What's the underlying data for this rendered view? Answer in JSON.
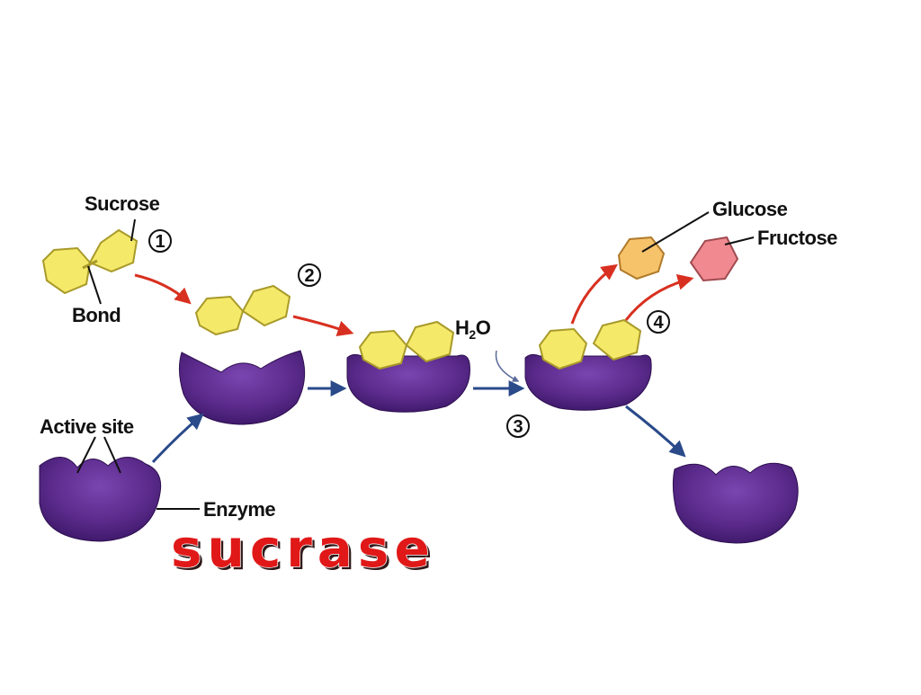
{
  "labels": {
    "sucrose": "Sucrose",
    "bond": "Bond",
    "active_site": "Active site",
    "enzyme": "Enzyme",
    "water": "H",
    "water_sub": "2",
    "water_o": "O",
    "glucose": "Glucose",
    "fructose": "Fructose",
    "sucrase": "sucrase"
  },
  "steps": [
    "1",
    "2",
    "3",
    "4"
  ],
  "colors": {
    "enzyme": "#5a2a8a",
    "enzyme_dark": "#3a1666",
    "sugar": "#f5e96a",
    "sugar_edge": "#a89a2a",
    "glucose": "#f6c26a",
    "fructose": "#f08a90",
    "red_arrow": "#d83020",
    "blue_arrow": "#2a4a8a",
    "sucrase_text": "#e01818"
  }
}
